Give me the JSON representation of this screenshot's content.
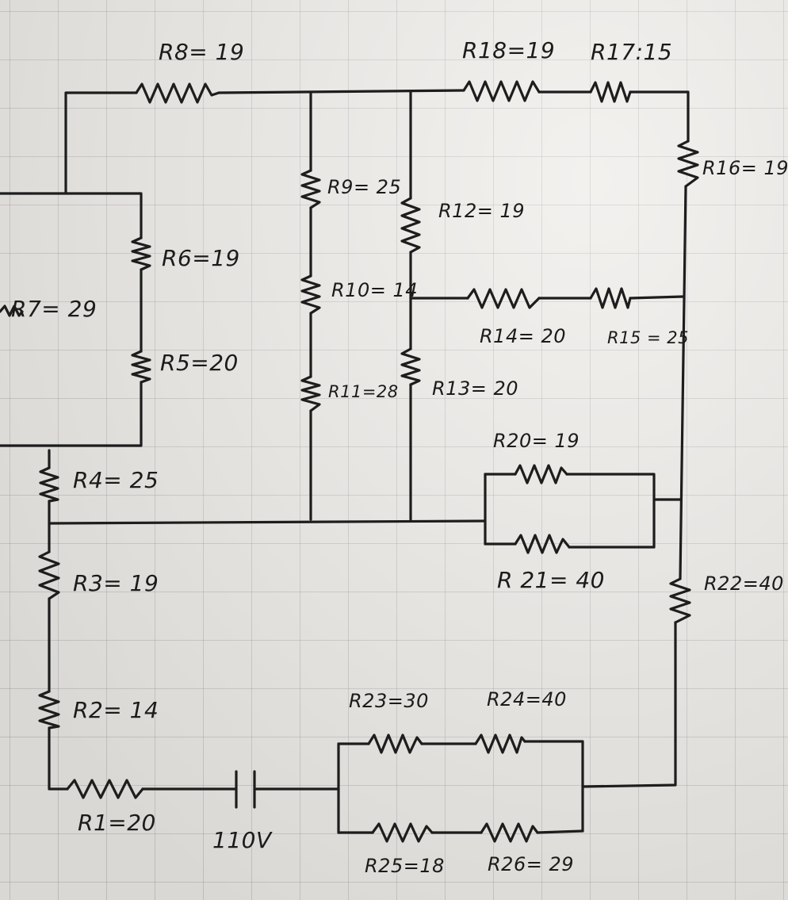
{
  "labels": {
    "r1": "R1=20",
    "r2": "R2= 14",
    "r3": "R3= 19",
    "r4": "R4= 25",
    "r5": "R5=20",
    "r6": "R6=19",
    "r7": "R7= 29",
    "r8": "R8= 19",
    "r9": "R9= 25",
    "r10": "R10= 14",
    "r11": "R11=28",
    "r12": "R12= 19",
    "r13": "R13= 20",
    "r14": "R14= 20",
    "r15": "R15 = 25",
    "r16": "R16= 19",
    "r17": "R17:15",
    "r18": "R18=19",
    "r20": "R20= 19",
    "r21": "R 21= 40",
    "r22": "R22=40",
    "r23": "R23=30",
    "r24": "R24=40",
    "r25": "R25=18",
    "r26": "R26= 29",
    "source": "110V"
  }
}
